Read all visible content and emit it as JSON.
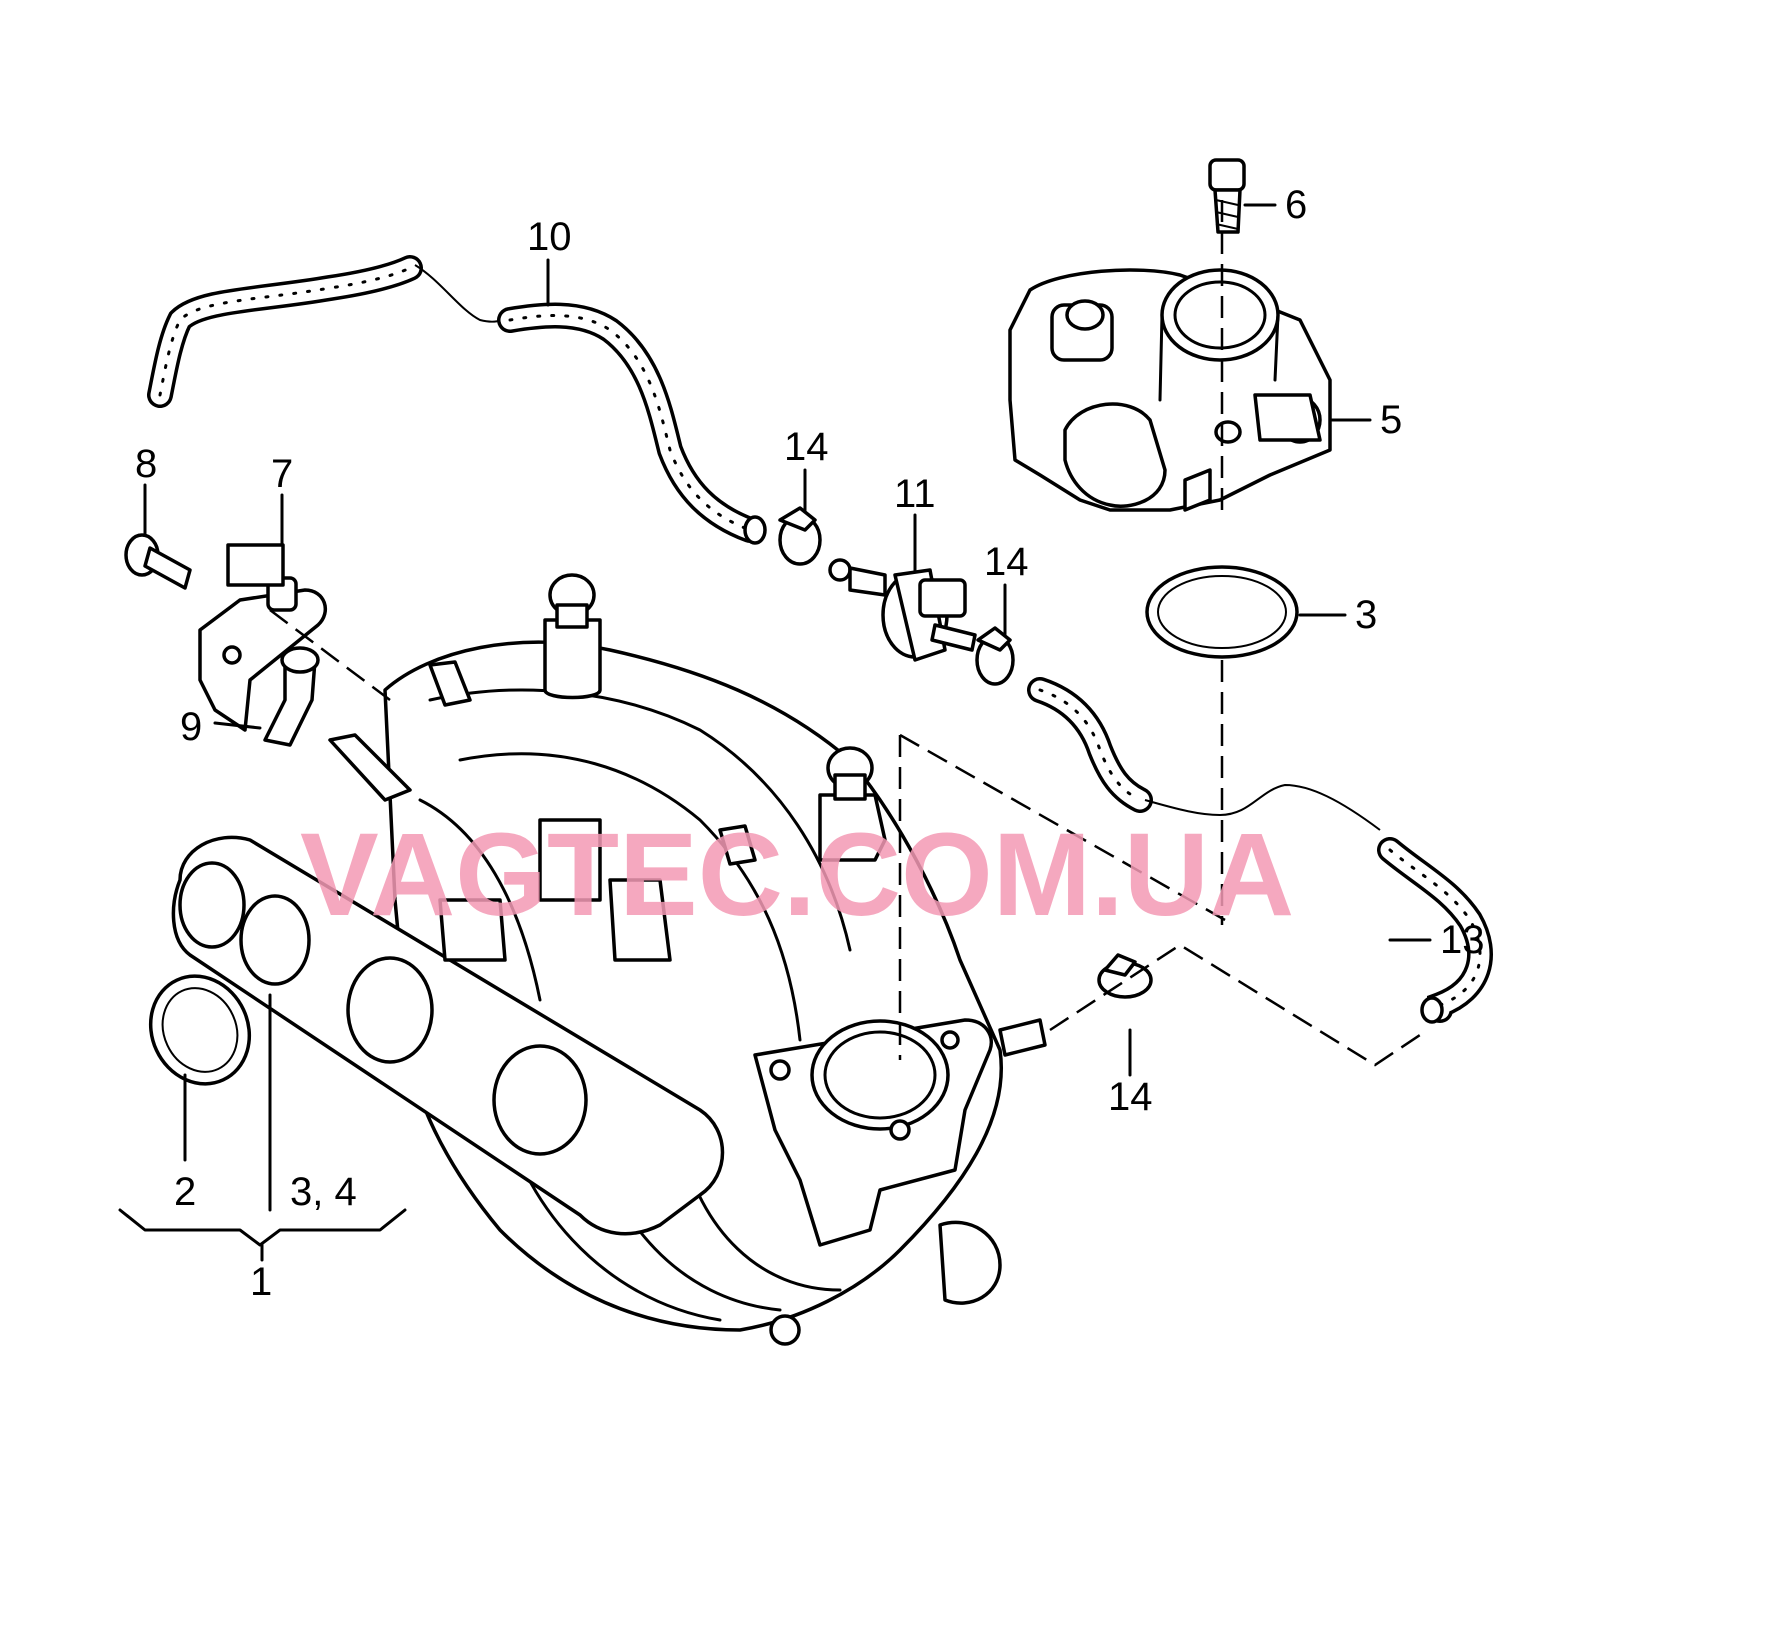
{
  "watermark": "VAGTEC.COM.UA",
  "callouts": {
    "c1": "1",
    "c2": "2",
    "c34": "3, 4",
    "c3": "3",
    "c5": "5",
    "c6": "6",
    "c7": "7",
    "c8": "8",
    "c9": "9",
    "c10": "10",
    "c11": "11",
    "c13": "13",
    "c14a": "14",
    "c14b": "14",
    "c14c": "14"
  }
}
